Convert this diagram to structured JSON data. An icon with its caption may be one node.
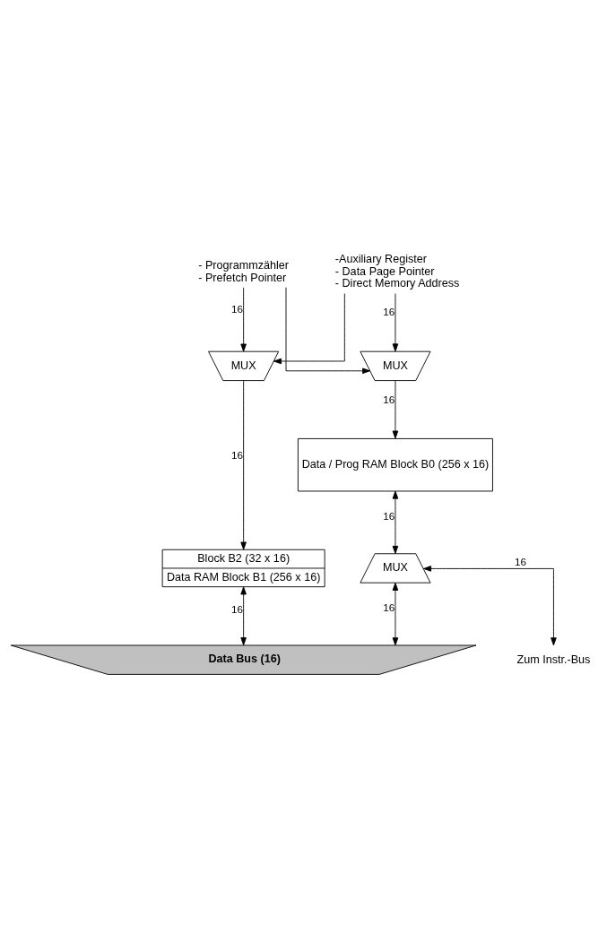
{
  "diagram": {
    "nodes": [
      {
        "text": [
          "- Programmzähler",
          "- Prefetch Pointer"
        ]
      },
      {
        "text": [
          "-Auxiliary Register",
          "- Data Page Pointer",
          "- Direct Memory Address"
        ]
      },
      {
        "text": [
          "MUX"
        ]
      },
      {
        "text": [
          "MUX"
        ]
      },
      {
        "text": [
          "Block B2 (32 x 16)",
          "Data RAM Block B1 (256 x 16)"
        ]
      },
      {
        "text": [
          "Data / Prog RAM Block B0 (256 x 16)"
        ]
      },
      {
        "text": [
          "MUX"
        ]
      },
      {
        "text": [
          "Data Bus (16)"
        ]
      },
      {
        "text": [
          "Zum Instr.-Bus"
        ]
      }
    ],
    "edges": [
      {
        "from": 0,
        "to": 2,
        "arrow": "to",
        "label": "16"
      },
      {
        "from": 0,
        "to": 3,
        "arrow": "to"
      },
      {
        "from": 1,
        "to": 3,
        "arrow": "to",
        "label": "16"
      },
      {
        "from": 1,
        "to": 2,
        "arrow": "to"
      },
      {
        "from": 2,
        "to": 4,
        "arrow": "to",
        "label": "16"
      },
      {
        "from": 3,
        "to": 5,
        "arrow": "to",
        "label": "16"
      },
      {
        "from": 4,
        "to": 7,
        "arrow": "both",
        "label": "16"
      },
      {
        "from": 5,
        "to": 6,
        "arrow": "both",
        "label": "16"
      },
      {
        "from": 6,
        "to": 7,
        "arrow": "both",
        "label": "16"
      },
      {
        "from": 6,
        "to": 8,
        "arrow": "both",
        "label": "16"
      }
    ]
  }
}
